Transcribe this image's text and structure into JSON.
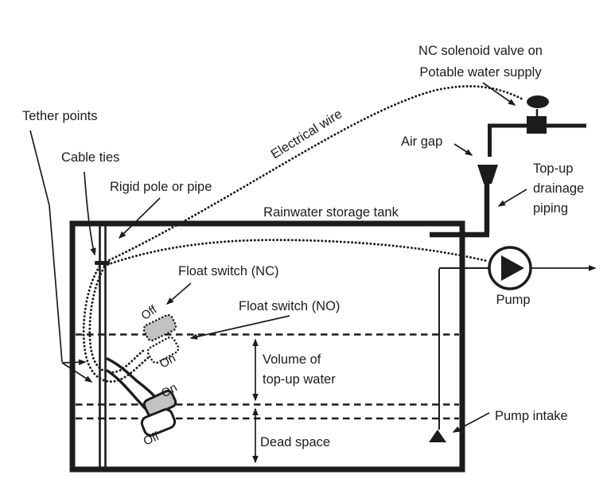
{
  "labels": {
    "nc_solenoid": [
      "NC solenoid valve on",
      "Potable water supply"
    ],
    "air_gap": "Air gap",
    "top_up_piping": [
      "Top-up",
      "drainage",
      "piping"
    ],
    "electrical_wire": "Electrical wire",
    "tether_points": "Tether points",
    "cable_ties": "Cable ties",
    "rigid_pole": "Rigid pole or pipe",
    "tank": "Rainwater storage tank",
    "float_switch_nc": "Float switch (NC)",
    "float_switch_no": "Float switch (NO)",
    "nc_float_off": "Off",
    "nc_float_on": "On",
    "no_float_on": "On",
    "no_float_off": "Off",
    "volume": [
      "Volume of",
      "top-up water"
    ],
    "dead_space": "Dead space",
    "pump": "Pump",
    "pump_intake": "Pump intake"
  },
  "colors": {
    "ink": "#1c1c1c",
    "float_gray": "#c2c2c2",
    "background": "#ffffff"
  }
}
